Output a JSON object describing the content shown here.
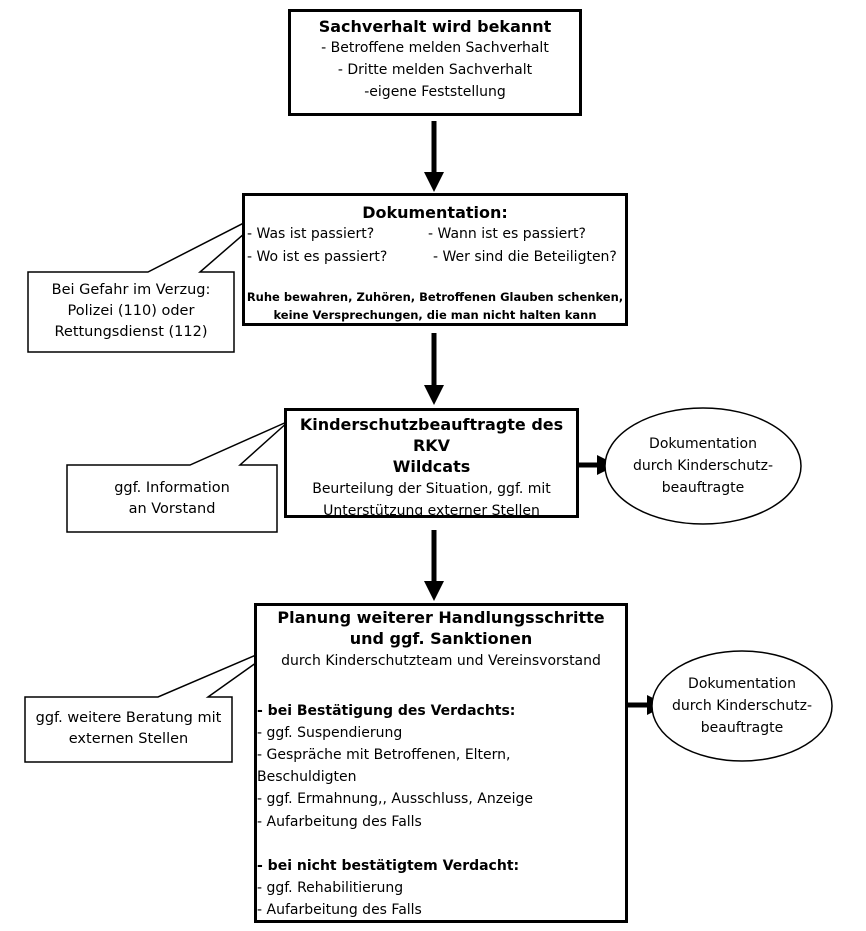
{
  "step1": {
    "title": "Sachverhalt wird bekannt",
    "lines": [
      "- Betroffene melden Sachverhalt",
      "- Dritte melden Sachverhalt",
      "-eigene Feststellung"
    ]
  },
  "step2": {
    "title": "Dokumentation:",
    "q1": "- Was ist passiert?",
    "q2": "- Wann ist es passiert?",
    "q3": "- Wo ist es passiert?",
    "q4": "- Wer sind die Beteiligten?",
    "note1": "Ruhe bewahren, Zuhören, Betroffenen Glauben schenken,",
    "note2": "keine Versprechungen, die man nicht halten kann"
  },
  "callout1": {
    "lines": [
      "Bei Gefahr im Verzug:",
      "Polizei (110) oder",
      "Rettungsdienst (112)"
    ]
  },
  "step3": {
    "title1": "Kinderschutzbeauftragte des RKV",
    "title2": "Wildcats",
    "lines": [
      "Beurteilung der Situation, ggf. mit",
      "Unterstützung externer Stellen"
    ]
  },
  "callout2": {
    "lines": [
      "ggf. Information",
      "an Vorstand"
    ]
  },
  "ellipse1": {
    "lines": [
      "Dokumentation",
      "durch Kinderschutz-",
      "beauftragte"
    ]
  },
  "step4": {
    "title1": "Planung weiterer Handlungsschritte",
    "title2": "und ggf. Sanktionen",
    "subtitle": "durch Kinderschutzteam und Vereinsvorstand",
    "confirmed_heading": "- bei Bestätigung des Verdachts:",
    "confirmed_items": [
      "- ggf. Suspendierung",
      "- Gespräche mit Betroffenen, Eltern,",
      "Beschuldigten",
      "- ggf. Ermahnung,, Ausschluss, Anzeige",
      "- Aufarbeitung des Falls"
    ],
    "unconfirmed_heading": "- bei nicht bestätigtem Verdacht:",
    "unconfirmed_items": [
      "- ggf. Rehabilitierung",
      "- Aufarbeitung des Falls"
    ]
  },
  "callout3": {
    "lines": [
      "ggf. weitere Beratung mit",
      "externen Stellen"
    ]
  },
  "ellipse2": {
    "lines": [
      "Dokumentation",
      "durch Kinderschutz-",
      "beauftragte"
    ]
  }
}
